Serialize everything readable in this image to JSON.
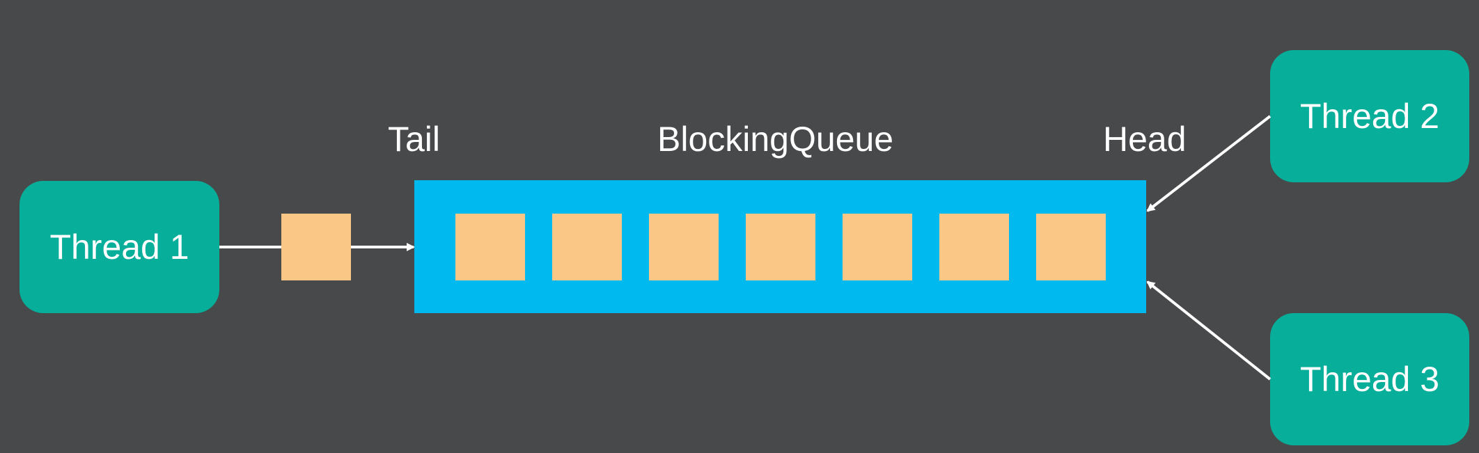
{
  "diagram": {
    "title": "BlockingQueue",
    "tail_label": "Tail",
    "head_label": "Head",
    "producer": {
      "label": "Thread 1"
    },
    "consumers": [
      {
        "label": "Thread 2"
      },
      {
        "label": "Thread 3"
      }
    ],
    "queue_slot_count": 7,
    "colors": {
      "background": "#48494b",
      "thread_box": "#07ae99",
      "queue": "#00b9ef",
      "item": "#fbc786",
      "text": "#ffffff",
      "arrow": "#ffffff"
    }
  }
}
